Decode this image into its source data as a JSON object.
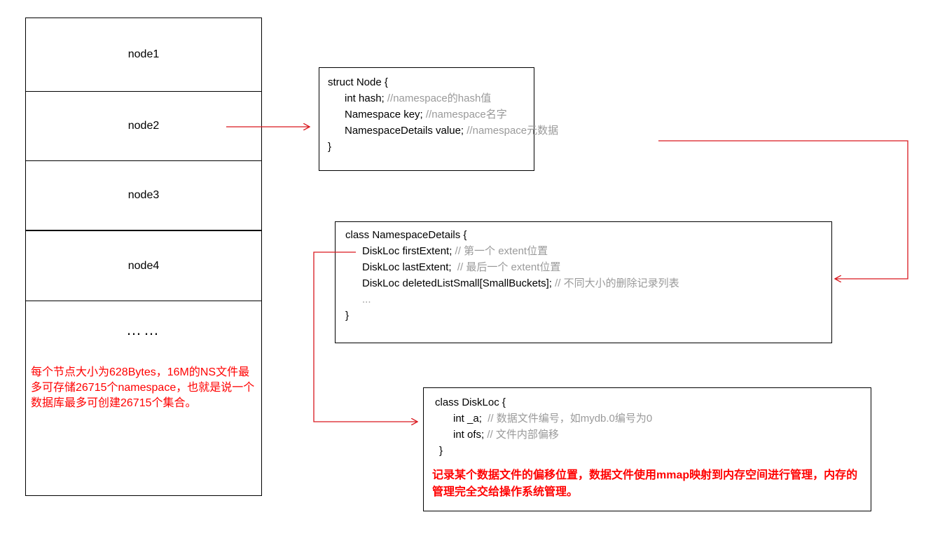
{
  "nodes": {
    "items": [
      "node1",
      "node2",
      "node3",
      "node4"
    ],
    "ellipsis": "……",
    "note": "每个节点大小为628Bytes，16M的NS文件最多可存储26715个namespace，也就是说一个数据库最多可创建26715个集合。"
  },
  "struct_node": {
    "header": "struct Node {",
    "lines": [
      {
        "code": "int hash; ",
        "comment": "//namespace的hash值"
      },
      {
        "code": "Namespace key; ",
        "comment": "//namespace名字"
      },
      {
        "code": "NamespaceDetails value; ",
        "comment": "//namespace元数据"
      }
    ],
    "footer": "}"
  },
  "namespace_details": {
    "header": "class NamespaceDetails {",
    "lines": [
      {
        "code": "DiskLoc firstExtent; ",
        "comment": "// 第一个 extent位置"
      },
      {
        "code": "DiskLoc lastExtent;  ",
        "comment": "// 最后一个 extent位置"
      },
      {
        "code": "DiskLoc deletedListSmall[SmallBuckets]; ",
        "comment": "// 不同大小的删除记录列表"
      },
      {
        "code": "",
        "comment": "..."
      }
    ],
    "footer": "}"
  },
  "disk_loc": {
    "header": "class DiskLoc {",
    "lines": [
      {
        "code": "int _a;  ",
        "comment": "// 数据文件编号，如mydb.0编号为0"
      },
      {
        "code": "int ofs; ",
        "comment": "// 文件内部偏移"
      }
    ],
    "footer": "}",
    "note": "记录某个数据文件的偏移位置，数据文件使用mmap映射到内存空间进行管理，内存的管理完全交给操作系统管理。"
  },
  "colors": {
    "arrow": "#d9181e",
    "note": "#ff0000",
    "comment": "#9a9a9a",
    "border": "#000000"
  }
}
